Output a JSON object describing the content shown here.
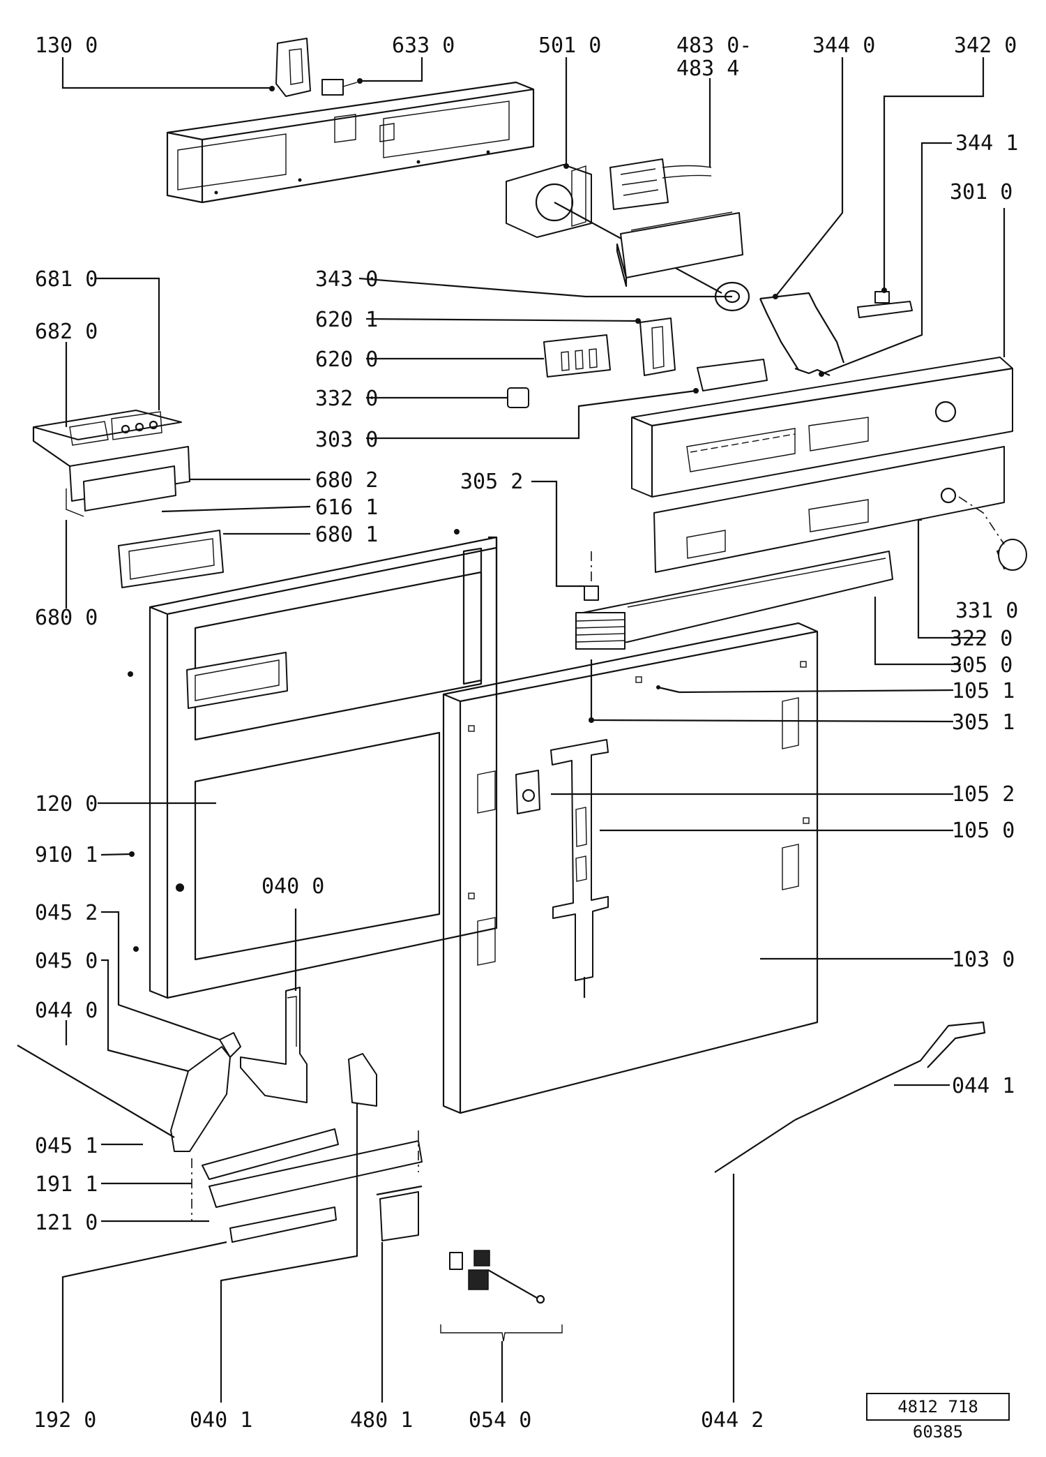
{
  "labels": [
    {
      "id": "l1300",
      "text": "130 0"
    },
    {
      "id": "l6330",
      "text": "633 0"
    },
    {
      "id": "l5010",
      "text": "501 0"
    },
    {
      "id": "l4830",
      "text": "483 0-"
    },
    {
      "id": "l4834",
      "text": "483 4"
    },
    {
      "id": "l3440",
      "text": "344 0"
    },
    {
      "id": "l3420",
      "text": "342 0"
    },
    {
      "id": "l3441",
      "text": "344 1"
    },
    {
      "id": "l3010",
      "text": "301 0"
    },
    {
      "id": "l6810",
      "text": "681 0"
    },
    {
      "id": "l6820",
      "text": "682 0"
    },
    {
      "id": "l3430",
      "text": "343 0"
    },
    {
      "id": "l6201",
      "text": "620 1"
    },
    {
      "id": "l6200",
      "text": "620 0"
    },
    {
      "id": "l3320",
      "text": "332 0"
    },
    {
      "id": "l3030",
      "text": "303 0"
    },
    {
      "id": "l6802",
      "text": "680 2"
    },
    {
      "id": "l3052",
      "text": "305 2"
    },
    {
      "id": "l6161",
      "text": "616 1"
    },
    {
      "id": "l6801",
      "text": "680 1"
    },
    {
      "id": "l6800",
      "text": "680 0"
    },
    {
      "id": "l3310",
      "text": "331 0"
    },
    {
      "id": "l3220",
      "text": "322 0"
    },
    {
      "id": "l3050",
      "text": "305 0"
    },
    {
      "id": "l1051",
      "text": "105 1"
    },
    {
      "id": "l3051",
      "text": "305 1"
    },
    {
      "id": "l1052",
      "text": "105 2"
    },
    {
      "id": "l1200",
      "text": "120 0"
    },
    {
      "id": "l1050",
      "text": "105 0"
    },
    {
      "id": "l9101",
      "text": "910 1"
    },
    {
      "id": "l0400",
      "text": "040 0"
    },
    {
      "id": "l0452",
      "text": "045 2"
    },
    {
      "id": "l0450",
      "text": "045 0"
    },
    {
      "id": "l1030",
      "text": "103 0"
    },
    {
      "id": "l0440",
      "text": "044 0"
    },
    {
      "id": "l0441",
      "text": "044 1"
    },
    {
      "id": "l0451",
      "text": "045 1"
    },
    {
      "id": "l1911",
      "text": "191 1"
    },
    {
      "id": "l1210",
      "text": "121 0"
    },
    {
      "id": "l1920",
      "text": "192 0"
    },
    {
      "id": "l0401",
      "text": "040 1"
    },
    {
      "id": "l4801",
      "text": "480 1"
    },
    {
      "id": "l0540",
      "text": "054 0"
    },
    {
      "id": "l0442",
      "text": "044 2"
    }
  ],
  "drawing_number": "4812 718 60385"
}
